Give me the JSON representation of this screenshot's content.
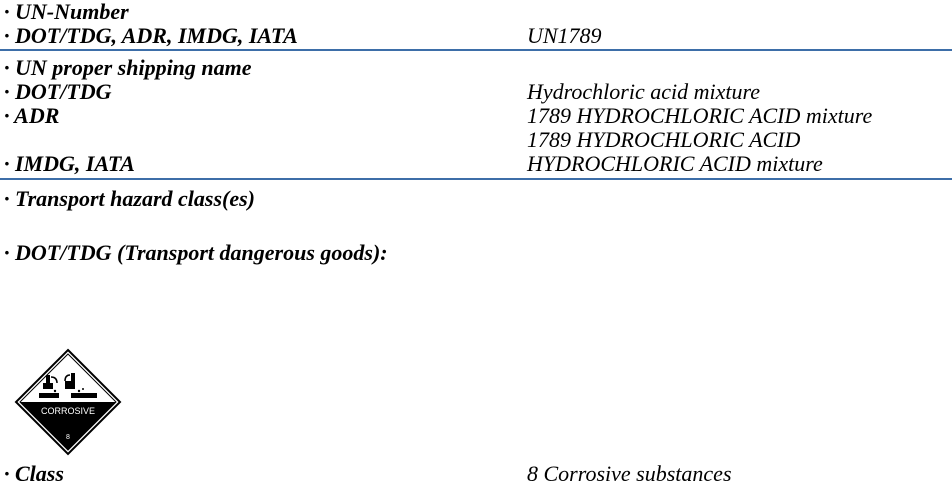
{
  "un_number": {
    "heading": "· UN-Number",
    "modes_label": "· DOT/TDG, ADR, IMDG, IATA",
    "value": "UN1789"
  },
  "shipping_name": {
    "heading": "· UN proper shipping name",
    "dot_label": "· DOT/TDG",
    "dot_value": "Hydrochloric acid mixture",
    "adr_label": "· ADR",
    "adr_value_1": "1789 HYDROCHLORIC ACID mixture",
    "adr_value_2": "1789 HYDROCHLORIC ACID",
    "imdg_label": "· IMDG, IATA",
    "imdg_value": "HYDROCHLORIC ACID mixture"
  },
  "hazard": {
    "heading": "· Transport hazard class(es)",
    "dot_heading": "· DOT/TDG (Transport dangerous goods):",
    "placard_text": "CORROSIVE",
    "placard_number": "8",
    "class_label": "· Class",
    "class_value": "8 Corrosive substances"
  },
  "colors": {
    "rule": "#3d6ea8",
    "placard_border": "#000000"
  }
}
